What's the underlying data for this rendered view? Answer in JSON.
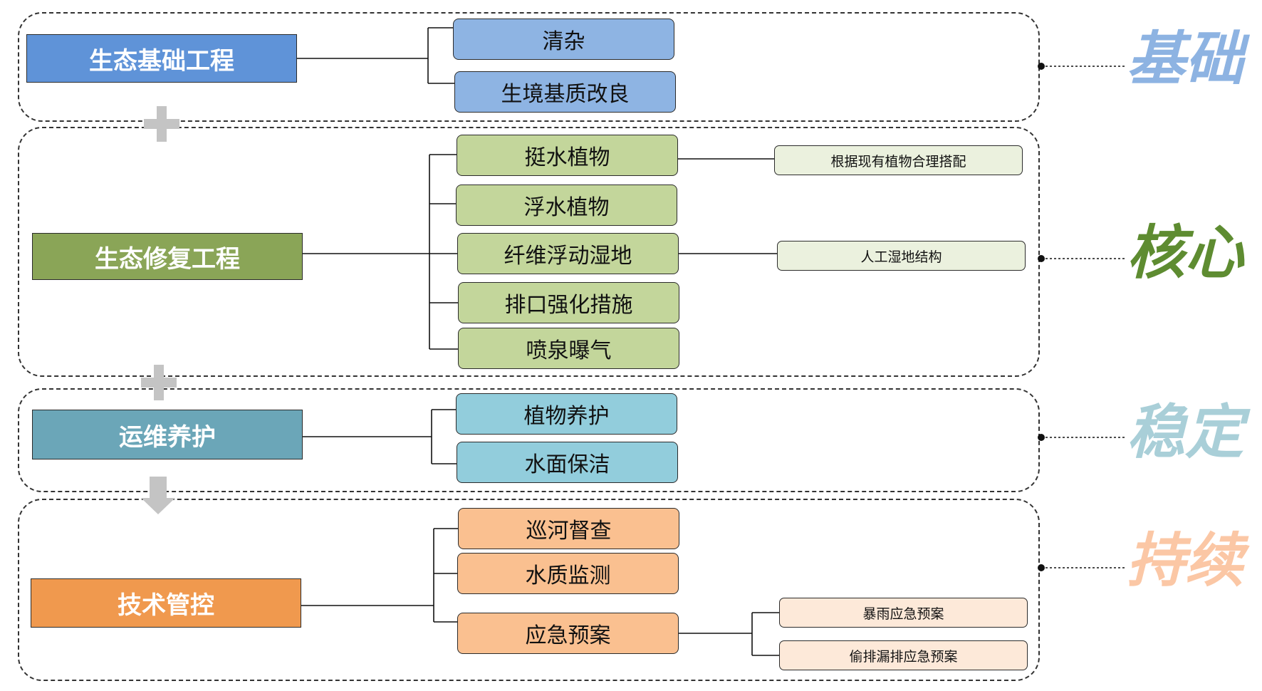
{
  "sections": [
    {
      "title": "生态基础工程",
      "tag": "基础",
      "items": [
        "清杂",
        "生境基质改良"
      ]
    },
    {
      "title": "生态修复工程",
      "tag": "核心",
      "items": [
        "挺水植物",
        "浮水植物",
        "纤维浮动湿地",
        "排口强化措施",
        "喷泉曝气"
      ],
      "details": [
        "根据现有植物合理搭配",
        "人工湿地结构"
      ]
    },
    {
      "title": "运维养护",
      "tag": "稳定",
      "items": [
        "植物养护",
        "水面保洁"
      ]
    },
    {
      "title": "技术管控",
      "tag": "持续",
      "items": [
        "巡河督查",
        "水质监测",
        "应急预案"
      ],
      "details": [
        "暴雨应急预案",
        "偷排漏排应急预案"
      ]
    }
  ],
  "icons": [
    "plus-icon",
    "plus-icon",
    "arrow-down-icon"
  ],
  "colors": {
    "blue_main": "#5f93d8",
    "blue_item": "#8eb4e3",
    "blue_tag": "#8db3e2",
    "green_main": "#8aa557",
    "green_item": "#c3d69b",
    "green_detail": "#ebf1de",
    "green_tag": "#5e8c31",
    "teal_main": "#6ba6b8",
    "teal_item": "#92cddc",
    "teal_tag": "#a9cfd8",
    "orange_main": "#f0994e",
    "orange_item": "#fac090",
    "orange_detail": "#fde9d9",
    "orange_tag": "#fbc7a5"
  }
}
